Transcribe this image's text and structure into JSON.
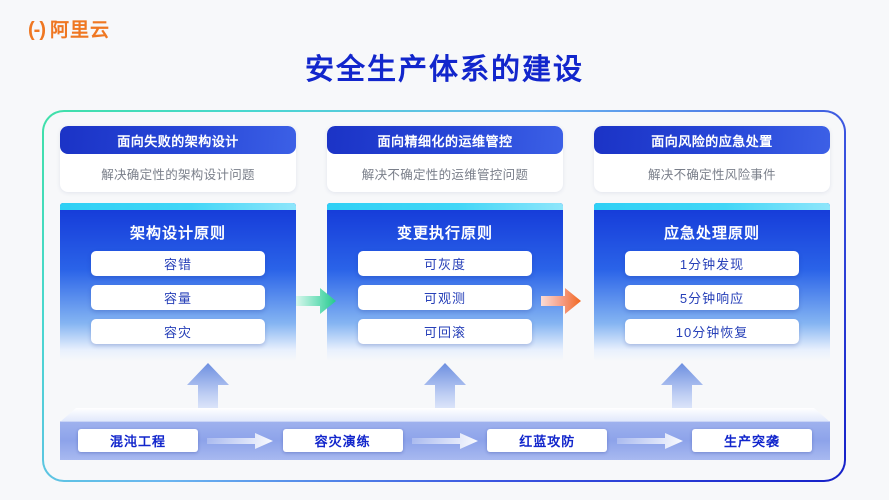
{
  "brand": {
    "mark": "(-)",
    "name": "阿里云",
    "color": "#ef7722"
  },
  "title": {
    "text": "安全生产体系的建设",
    "color": "#1226cc"
  },
  "header_cards": [
    {
      "title": "面向失败的架构设计",
      "subtitle": "解决确定性的架构设计问题"
    },
    {
      "title": "面向精细化的运维管控",
      "subtitle": "解决不确定性的运维管控问题"
    },
    {
      "title": "面向风险的应急处置",
      "subtitle": "解决不确定性风险事件"
    }
  ],
  "panels": [
    {
      "title": "架构设计原则",
      "items": [
        "容错",
        "容量",
        "容灾"
      ]
    },
    {
      "title": "变更执行原则",
      "items": [
        "可灰度",
        "可观测",
        "可回滚"
      ]
    },
    {
      "title": "应急处理原则",
      "items": [
        "1分钟发现",
        "5分钟响应",
        "10分钟恢复"
      ]
    }
  ],
  "connectors": [
    {
      "name": "arrow-green",
      "from": "架构设计原则",
      "to": "变更执行原则",
      "color": "#3fd6a0"
    },
    {
      "name": "arrow-orange",
      "from": "变更执行原则",
      "to": "应急处理原则",
      "color": "#f2714a"
    }
  ],
  "base": {
    "items": [
      "混沌工程",
      "容灾演练",
      "红蓝攻防",
      "生产突袭"
    ]
  }
}
